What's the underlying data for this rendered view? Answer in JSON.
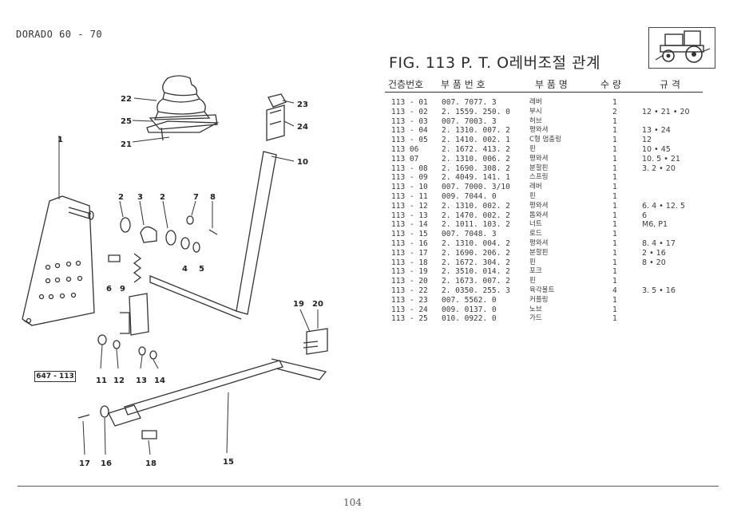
{
  "model": "DORADO 60 - 70",
  "figure_title": "FIG. 113 P. T. O레버조절 관계",
  "figure_code": "647 - 113",
  "page_number": "104",
  "table_headers": {
    "ref": "건층번호",
    "part_number": "부 품 번 호",
    "name": "부 품 명",
    "qty": "수 량",
    "spec": "규  격"
  },
  "parts": [
    {
      "ref": "113 - 01",
      "part_number": "007. 7077. 3",
      "name": "레버",
      "qty": "1",
      "spec": ""
    },
    {
      "ref": "113 - 02",
      "part_number": "2. 1559. 250. 0",
      "name": "부시",
      "qty": "2",
      "spec": "12 • 21 • 20"
    },
    {
      "ref": "113 - 03",
      "part_number": "007. 7003. 3",
      "name": "허브",
      "qty": "1",
      "spec": ""
    },
    {
      "ref": "113 - 04",
      "part_number": "2. 1310. 007. 2",
      "name": "평와셔",
      "qty": "1",
      "spec": "13 • 24"
    },
    {
      "ref": "113 - 05",
      "part_number": "2. 1410. 002. 1",
      "name": "C형 멈춤링",
      "qty": "1",
      "spec": "12"
    },
    {
      "ref": "113   06",
      "part_number": "2. 1672. 413. 2",
      "name": "핀",
      "qty": "1",
      "spec": "10 • 45"
    },
    {
      "ref": "113   07",
      "part_number": "2. 1310. 006. 2",
      "name": "평와셔",
      "qty": "1",
      "spec": "10. 5 • 21"
    },
    {
      "ref": "113 - 08",
      "part_number": "2. 1690. 308. 2",
      "name": "분할핀",
      "qty": "1",
      "spec": "3. 2 • 20"
    },
    {
      "ref": "113 - 09",
      "part_number": "2. 4049. 141. 1",
      "name": "스프링",
      "qty": "1",
      "spec": ""
    },
    {
      "ref": "113 - 10",
      "part_number": "007. 7000. 3/10",
      "name": "레버",
      "qty": "1",
      "spec": ""
    },
    {
      "ref": "113 - 11",
      "part_number": "009. 7044. 0",
      "name": "핀",
      "qty": "1",
      "spec": ""
    },
    {
      "ref": "113 - 12",
      "part_number": "2. 1310. 002. 2",
      "name": "평와셔",
      "qty": "1",
      "spec": "6. 4 • 12. 5"
    },
    {
      "ref": "113 - 13",
      "part_number": "2. 1470. 002. 2",
      "name": "톱와셔",
      "qty": "1",
      "spec": "6"
    },
    {
      "ref": "113 - 14",
      "part_number": "2. 1011. 103. 2",
      "name": "너트",
      "qty": "1",
      "spec": "M6,  P1"
    },
    {
      "ref": "113 - 15",
      "part_number": "007. 7048. 3",
      "name": "로드",
      "qty": "1",
      "spec": ""
    },
    {
      "ref": "113 - 16",
      "part_number": "2. 1310. 004. 2",
      "name": "평와셔",
      "qty": "1",
      "spec": "8. 4 • 17"
    },
    {
      "ref": "113 - 17",
      "part_number": "2. 1690. 206. 2",
      "name": "분할핀",
      "qty": "1",
      "spec": "2 • 16"
    },
    {
      "ref": "113 - 18",
      "part_number": "2. 1672. 304. 2",
      "name": "핀",
      "qty": "1",
      "spec": "8 • 20"
    },
    {
      "ref": "113 - 19",
      "part_number": "2. 3510. 014. 2",
      "name": "포크",
      "qty": "1",
      "spec": ""
    },
    {
      "ref": "113 - 20",
      "part_number": "2. 1673. 007. 2",
      "name": "핀",
      "qty": "1",
      "spec": ""
    },
    {
      "ref": "113 - 22",
      "part_number": "2. 0350. 255. 3",
      "name": "육각볼트",
      "qty": "4",
      "spec": "3. 5 • 16"
    },
    {
      "ref": "113 - 23",
      "part_number": "007. 5562. 0",
      "name": "커플링",
      "qty": "1",
      "spec": ""
    },
    {
      "ref": "113 - 24",
      "part_number": "009. 0137. 0",
      "name": "노브",
      "qty": "1",
      "spec": ""
    },
    {
      "ref": "113 - 25",
      "part_number": "010. 0922. 0",
      "name": "가드",
      "qty": "1",
      "spec": ""
    }
  ],
  "callouts": [
    "1",
    "2",
    "3",
    "2",
    "7",
    "8",
    "4",
    "5",
    "6",
    "9",
    "10",
    "11",
    "12",
    "13",
    "14",
    "15",
    "16",
    "17",
    "18",
    "19",
    "20",
    "21",
    "22",
    "23",
    "24",
    "25"
  ]
}
